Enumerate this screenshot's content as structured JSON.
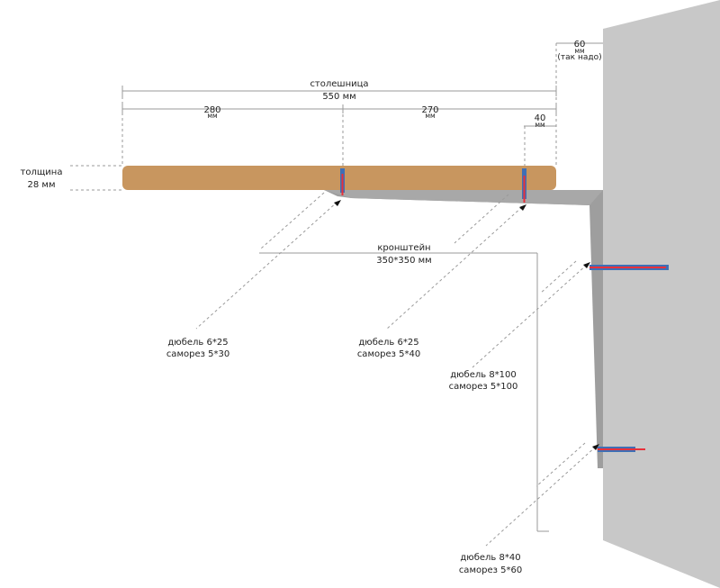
{
  "dimensions": {
    "countertop": {
      "title": "столешница",
      "value": "550 мм"
    },
    "left_span": {
      "value": "280",
      "unit": "мм"
    },
    "right_span": {
      "value": "270",
      "unit": "мм"
    },
    "inset": {
      "value": "40",
      "unit": "мм"
    },
    "wall_gap": {
      "value": "60",
      "unit": "мм",
      "note": "(так надо)"
    },
    "thickness": {
      "title": "толщина",
      "value": "28 мм"
    }
  },
  "bracket": {
    "title": "кронштейн",
    "size": "350*350 мм"
  },
  "fasteners": [
    {
      "line1": "дюбель 6*25",
      "line2": "саморез 5*30"
    },
    {
      "line1": "дюбель 6*25",
      "line2": "саморез 5*40"
    },
    {
      "line1": "дюбель 8*100",
      "line2": "саморез 5*100"
    },
    {
      "line1": "дюбель 8*40",
      "line2": "саморез 5*60"
    }
  ],
  "colors": {
    "countertop": "#c8965f",
    "wall": "#c8c8c8",
    "bracket": "#9e9e9e",
    "dowel_blue": "#3f6fb5",
    "screw_red": "#e8303a"
  }
}
